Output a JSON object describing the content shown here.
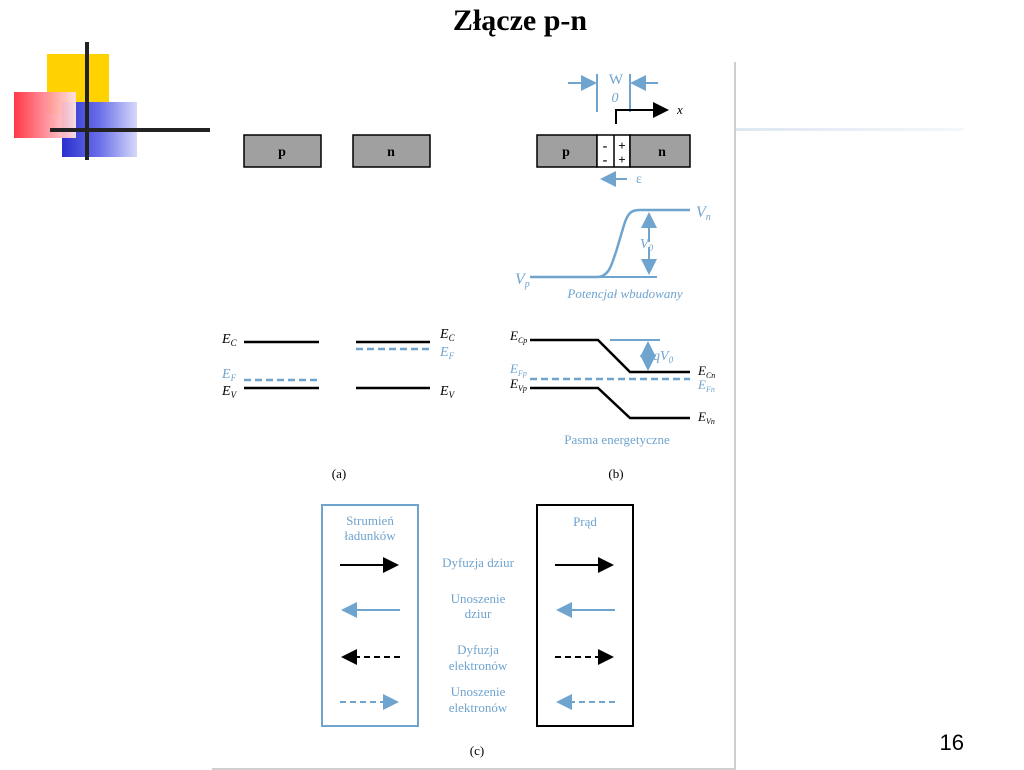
{
  "slide": {
    "title": "Złącze p-n",
    "page_number": "16"
  },
  "colors": {
    "accent_blue": "#6fa4cf",
    "deco_yellow": "#ffd200",
    "deco_red": "#ff3b4a",
    "deco_blue": "#2a2fd0"
  },
  "diagram_a": {
    "p_label": "p",
    "n_label": "n",
    "ec_left": "E",
    "ec_left_sub": "C",
    "ef_left": "E",
    "ef_left_sub": "F",
    "ev_left": "E",
    "ev_left_sub": "V",
    "ec_right": "E",
    "ec_right_sub": "C",
    "ef_right": "E",
    "ef_right_sub": "F",
    "ev_right": "E",
    "ev_right_sub": "V",
    "caption": "(a)"
  },
  "diagram_b": {
    "w_label": "W",
    "zero_label": "0",
    "x_label": "x",
    "p_label": "p",
    "n_label": "n",
    "minus": "-",
    "plus": "+",
    "field_label": "ε",
    "vn": "V",
    "vn_sub": "n",
    "vp": "V",
    "vp_sub": "p",
    "v0": "V",
    "v0_sub": "0",
    "potential_caption": "Potencjał wbudowany",
    "ecp": "E",
    "ecp_sub": "Cp",
    "qv0": "qV",
    "qv0_sub": "0",
    "ecn": "E",
    "ecn_sub": "Cn",
    "efp": "E",
    "efp_sub": "Fp",
    "vp_band": "E",
    "vp_band_sub": "Vp",
    "efn": "E",
    "efn_sub": "Fn",
    "evn": "E",
    "evn_sub": "Vn",
    "bands_caption": "Pasma energetyczne",
    "caption": "(b)"
  },
  "diagram_c": {
    "left_box_title_1": "Strumień",
    "left_box_title_2": "ładunków",
    "right_box_title": "Prąd",
    "rows": [
      {
        "label_1": "Dyfuzja dziur",
        "label_2": ""
      },
      {
        "label_1": "Unoszenie",
        "label_2": "dziur"
      },
      {
        "label_1": "Dyfuzja",
        "label_2": "elektronów"
      },
      {
        "label_1": "Unoszenie",
        "label_2": "elektronów"
      }
    ],
    "caption": "(c)"
  }
}
